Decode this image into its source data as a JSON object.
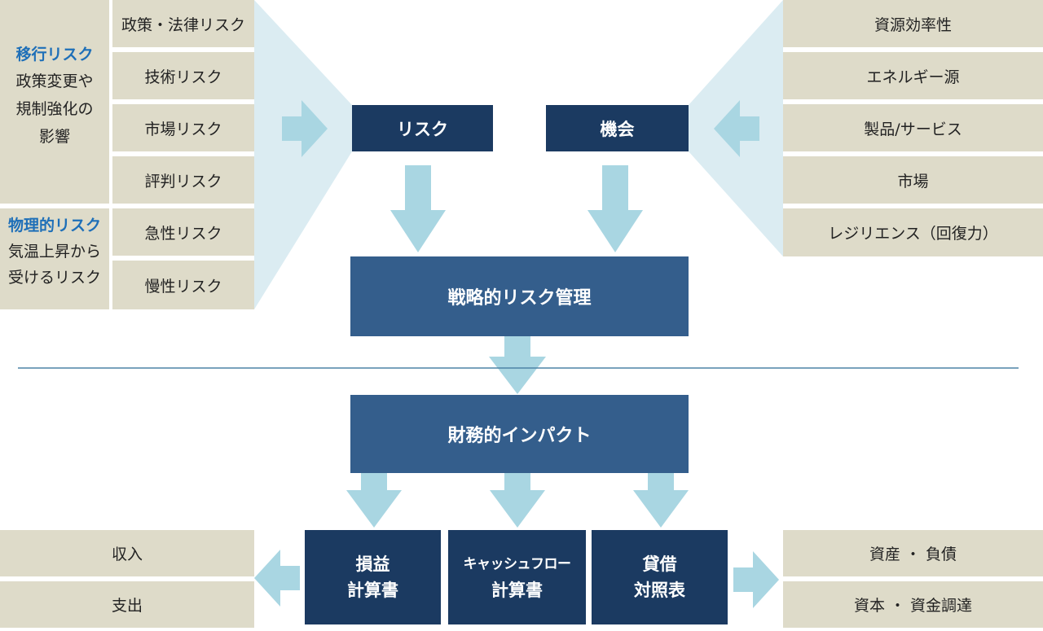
{
  "colors": {
    "beige": "#dedbc9",
    "navy": "#1b3a61",
    "mid_blue": "#345e8c",
    "light_blue": "#a9d6e2",
    "funnel": "#dbecf2",
    "category_text": "#1e6fb8"
  },
  "transition": {
    "title": "移行リスク",
    "desc_lines": [
      "政策変更や",
      "規制強化の",
      "影響"
    ]
  },
  "physical": {
    "title": "物理的リスク",
    "desc_lines": [
      "気温上昇から",
      "受けるリスク"
    ]
  },
  "risk_items": [
    "政策・法律リスク",
    "技術リスク",
    "市場リスク",
    "評判リスク",
    "急性リスク",
    "慢性リスク"
  ],
  "opportunity_items": [
    "資源効率性",
    "エネルギー源",
    "製品/サービス",
    "市場",
    "レジリエンス（回復力）"
  ],
  "risk_label": "リスク",
  "opportunity_label": "機会",
  "strategic_label": "戦略的リスク管理",
  "financial_label": "財務的インパクト",
  "statements": [
    {
      "lines": [
        "損益",
        "計算書"
      ]
    },
    {
      "lines": [
        "キャッシュフロー",
        "計算書"
      ]
    },
    {
      "lines": [
        "貸借",
        "対照表"
      ]
    }
  ],
  "pl_items": [
    "収入",
    "支出"
  ],
  "bs_items": [
    "資産 ・ 負債",
    "資本 ・ 資金調達"
  ]
}
